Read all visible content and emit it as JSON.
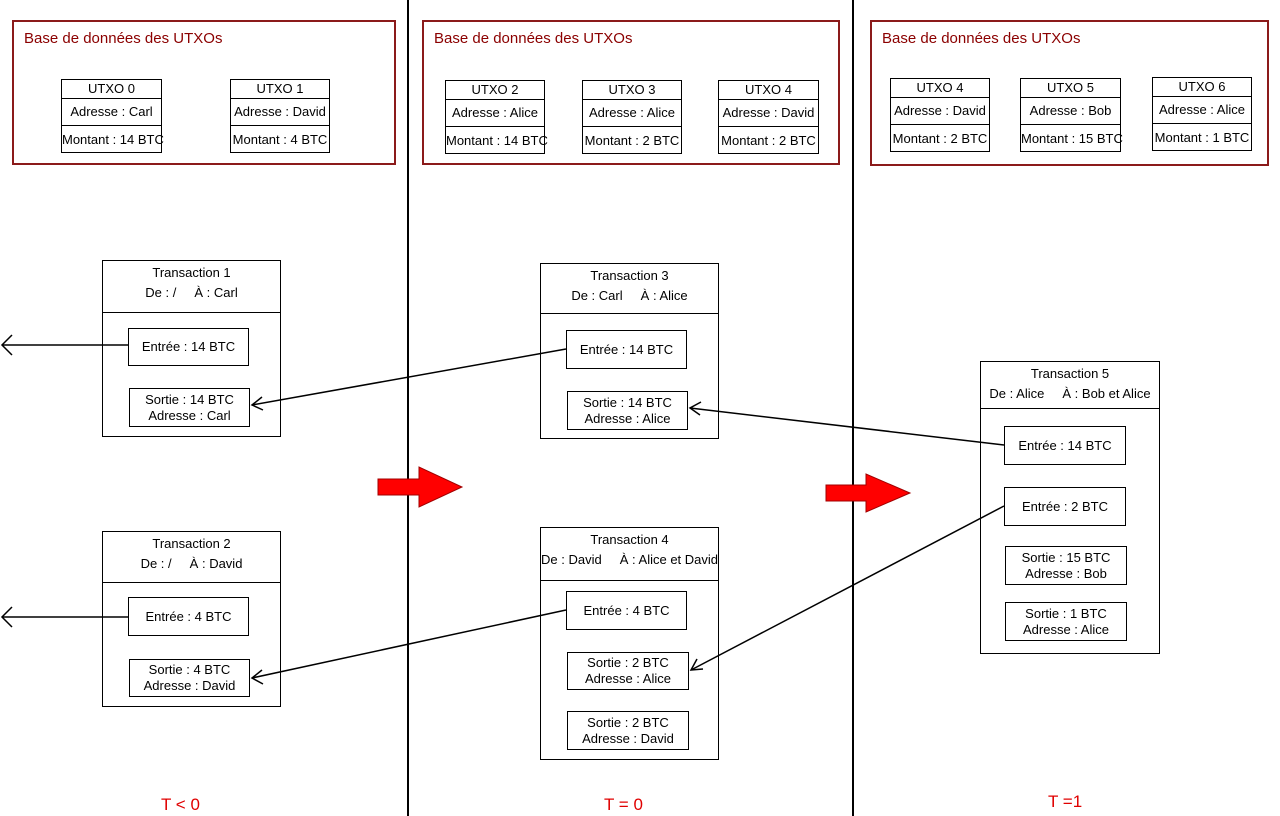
{
  "panels": [
    {
      "db_title": "Base de données des UTXOs",
      "utxos": [
        {
          "name": "UTXO 0",
          "adresse": "Adresse : Carl",
          "montant": "Montant : 14 BTC"
        },
        {
          "name": "UTXO 1",
          "adresse": "Adresse : David",
          "montant": "Montant : 4 BTC"
        }
      ],
      "time_label": "T < 0"
    },
    {
      "db_title": "Base de données des UTXOs",
      "utxos": [
        {
          "name": "UTXO 2",
          "adresse": "Adresse : Alice",
          "montant": "Montant : 14 BTC"
        },
        {
          "name": "UTXO 3",
          "adresse": "Adresse : Alice",
          "montant": "Montant : 2 BTC"
        },
        {
          "name": "UTXO 4",
          "adresse": "Adresse : David",
          "montant": "Montant : 2 BTC"
        }
      ],
      "time_label": "T = 0"
    },
    {
      "db_title": "Base de données des UTXOs",
      "utxos": [
        {
          "name": "UTXO 4",
          "adresse": "Adresse : David",
          "montant": "Montant : 2 BTC"
        },
        {
          "name": "UTXO 5",
          "adresse": "Adresse : Bob",
          "montant": "Montant : 15 BTC"
        },
        {
          "name": "UTXO 6",
          "adresse": "Adresse : Alice",
          "montant": "Montant : 1 BTC"
        }
      ],
      "time_label": "T =1"
    }
  ],
  "transactions": {
    "t1": {
      "title": "Transaction 1",
      "parties": "De : /     À : Carl",
      "entree": "Entrée : 14 BTC",
      "sortie": {
        "montant": "Sortie : 14 BTC",
        "adresse": "Adresse : Carl"
      }
    },
    "t2": {
      "title": "Transaction 2",
      "parties": "De : /     À : David",
      "entree": "Entrée : 4 BTC",
      "sortie": {
        "montant": "Sortie : 4 BTC",
        "adresse": "Adresse : David"
      }
    },
    "t3": {
      "title": "Transaction 3",
      "parties": "De : Carl     À : Alice",
      "entree": "Entrée : 14 BTC",
      "sortie": {
        "montant": "Sortie : 14 BTC",
        "adresse": "Adresse : Alice"
      }
    },
    "t4": {
      "title": "Transaction 4",
      "parties": "De : David     À : Alice et David",
      "entree": "Entrée : 4 BTC",
      "sorties": [
        {
          "montant": "Sortie : 2 BTC",
          "adresse": "Adresse : Alice"
        },
        {
          "montant": "Sortie : 2 BTC",
          "adresse": "Adresse : David"
        }
      ]
    },
    "t5": {
      "title": "Transaction 5",
      "parties": "De : Alice     À : Bob et Alice",
      "entrees": [
        "Entrée : 14 BTC",
        "Entrée : 2 BTC"
      ],
      "sorties": [
        {
          "montant": "Sortie : 15 BTC",
          "adresse": "Adresse : Bob"
        },
        {
          "montant": "Sortie : 1 BTC",
          "adresse": "Adresse : Alice"
        }
      ]
    }
  },
  "colors": {
    "db_border": "#8b1a1a",
    "db_title": "#8b0000",
    "arrow_fill": "#ff0000",
    "time_label": "#e00000"
  }
}
